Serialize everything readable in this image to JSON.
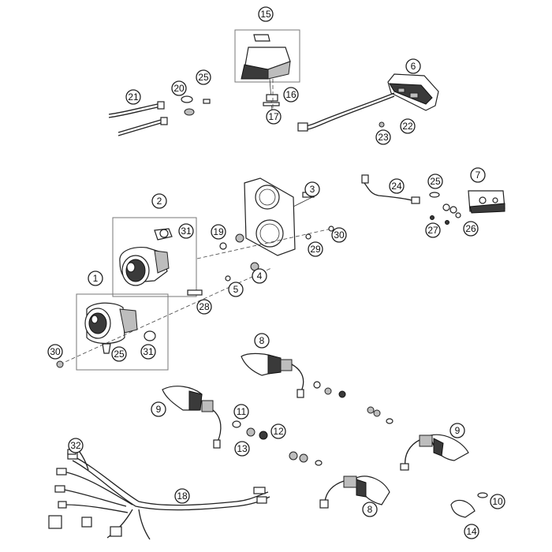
{
  "callouts": [
    {
      "id": "c15",
      "label": "15"
    },
    {
      "id": "c16",
      "label": "16"
    },
    {
      "id": "c17",
      "label": "17"
    },
    {
      "id": "c6",
      "label": "6"
    },
    {
      "id": "c21",
      "label": "21"
    },
    {
      "id": "c20",
      "label": "20"
    },
    {
      "id": "c25a",
      "label": "25"
    },
    {
      "id": "c23",
      "label": "23"
    },
    {
      "id": "c22",
      "label": "22"
    },
    {
      "id": "c2",
      "label": "2"
    },
    {
      "id": "c3",
      "label": "3"
    },
    {
      "id": "c7",
      "label": "7"
    },
    {
      "id": "c24",
      "label": "24"
    },
    {
      "id": "c25b",
      "label": "25"
    },
    {
      "id": "c31a",
      "label": "31"
    },
    {
      "id": "c19",
      "label": "19"
    },
    {
      "id": "c30a",
      "label": "30"
    },
    {
      "id": "c29",
      "label": "29"
    },
    {
      "id": "c27",
      "label": "27"
    },
    {
      "id": "c26",
      "label": "26"
    },
    {
      "id": "c1",
      "label": "1"
    },
    {
      "id": "c4",
      "label": "4"
    },
    {
      "id": "c5",
      "label": "5"
    },
    {
      "id": "c28",
      "label": "28"
    },
    {
      "id": "c30b",
      "label": "30"
    },
    {
      "id": "c25c",
      "label": "25"
    },
    {
      "id": "c31b",
      "label": "31"
    },
    {
      "id": "c8a",
      "label": "8"
    },
    {
      "id": "c9a",
      "label": "9"
    },
    {
      "id": "c11",
      "label": "11"
    },
    {
      "id": "c12",
      "label": "12"
    },
    {
      "id": "c13",
      "label": "13"
    },
    {
      "id": "c9b",
      "label": "9"
    },
    {
      "id": "c32",
      "label": "32"
    },
    {
      "id": "c18",
      "label": "18"
    },
    {
      "id": "c8b",
      "label": "8"
    },
    {
      "id": "c10",
      "label": "10"
    },
    {
      "id": "c14",
      "label": "14"
    }
  ]
}
